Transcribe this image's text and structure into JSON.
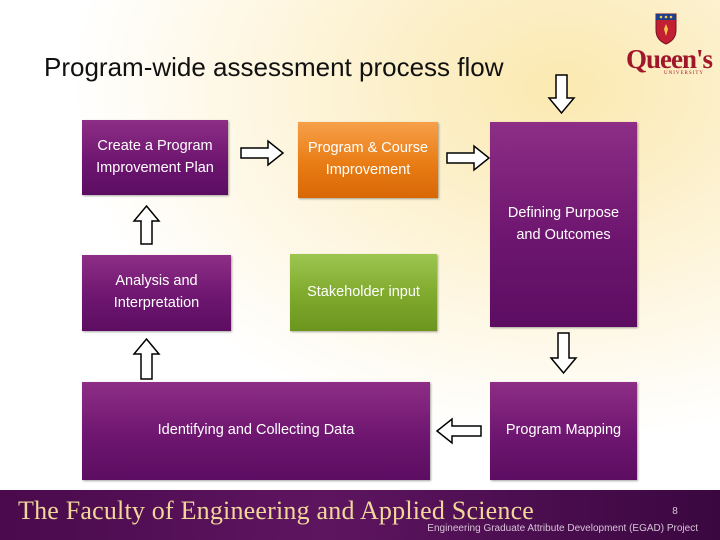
{
  "slide": {
    "title": "Program-wide assessment process flow",
    "brand": {
      "logo_text": "Queen's",
      "logo_subtext": "UNIVERSITY"
    }
  },
  "diagram": {
    "nodes": {
      "plan": "Create a Program Improvement Plan",
      "improve": "Program & Course Improvement",
      "purpose": "Defining Purpose and Outcomes",
      "analysis": "Analysis and Interpretation",
      "stakeholder": "Stakeholder input",
      "collect": "Identifying and Collecting Data",
      "mapping": "Program Mapping"
    },
    "colors": {
      "purple": "#6e1670",
      "orange": "#e97c14",
      "green": "#7ea92c"
    }
  },
  "footer": {
    "title": "The Faculty of Engineering and Applied Science",
    "page_number": "8",
    "subtitle": "Engineering Graduate Attribute Development (EGAD) Project"
  }
}
